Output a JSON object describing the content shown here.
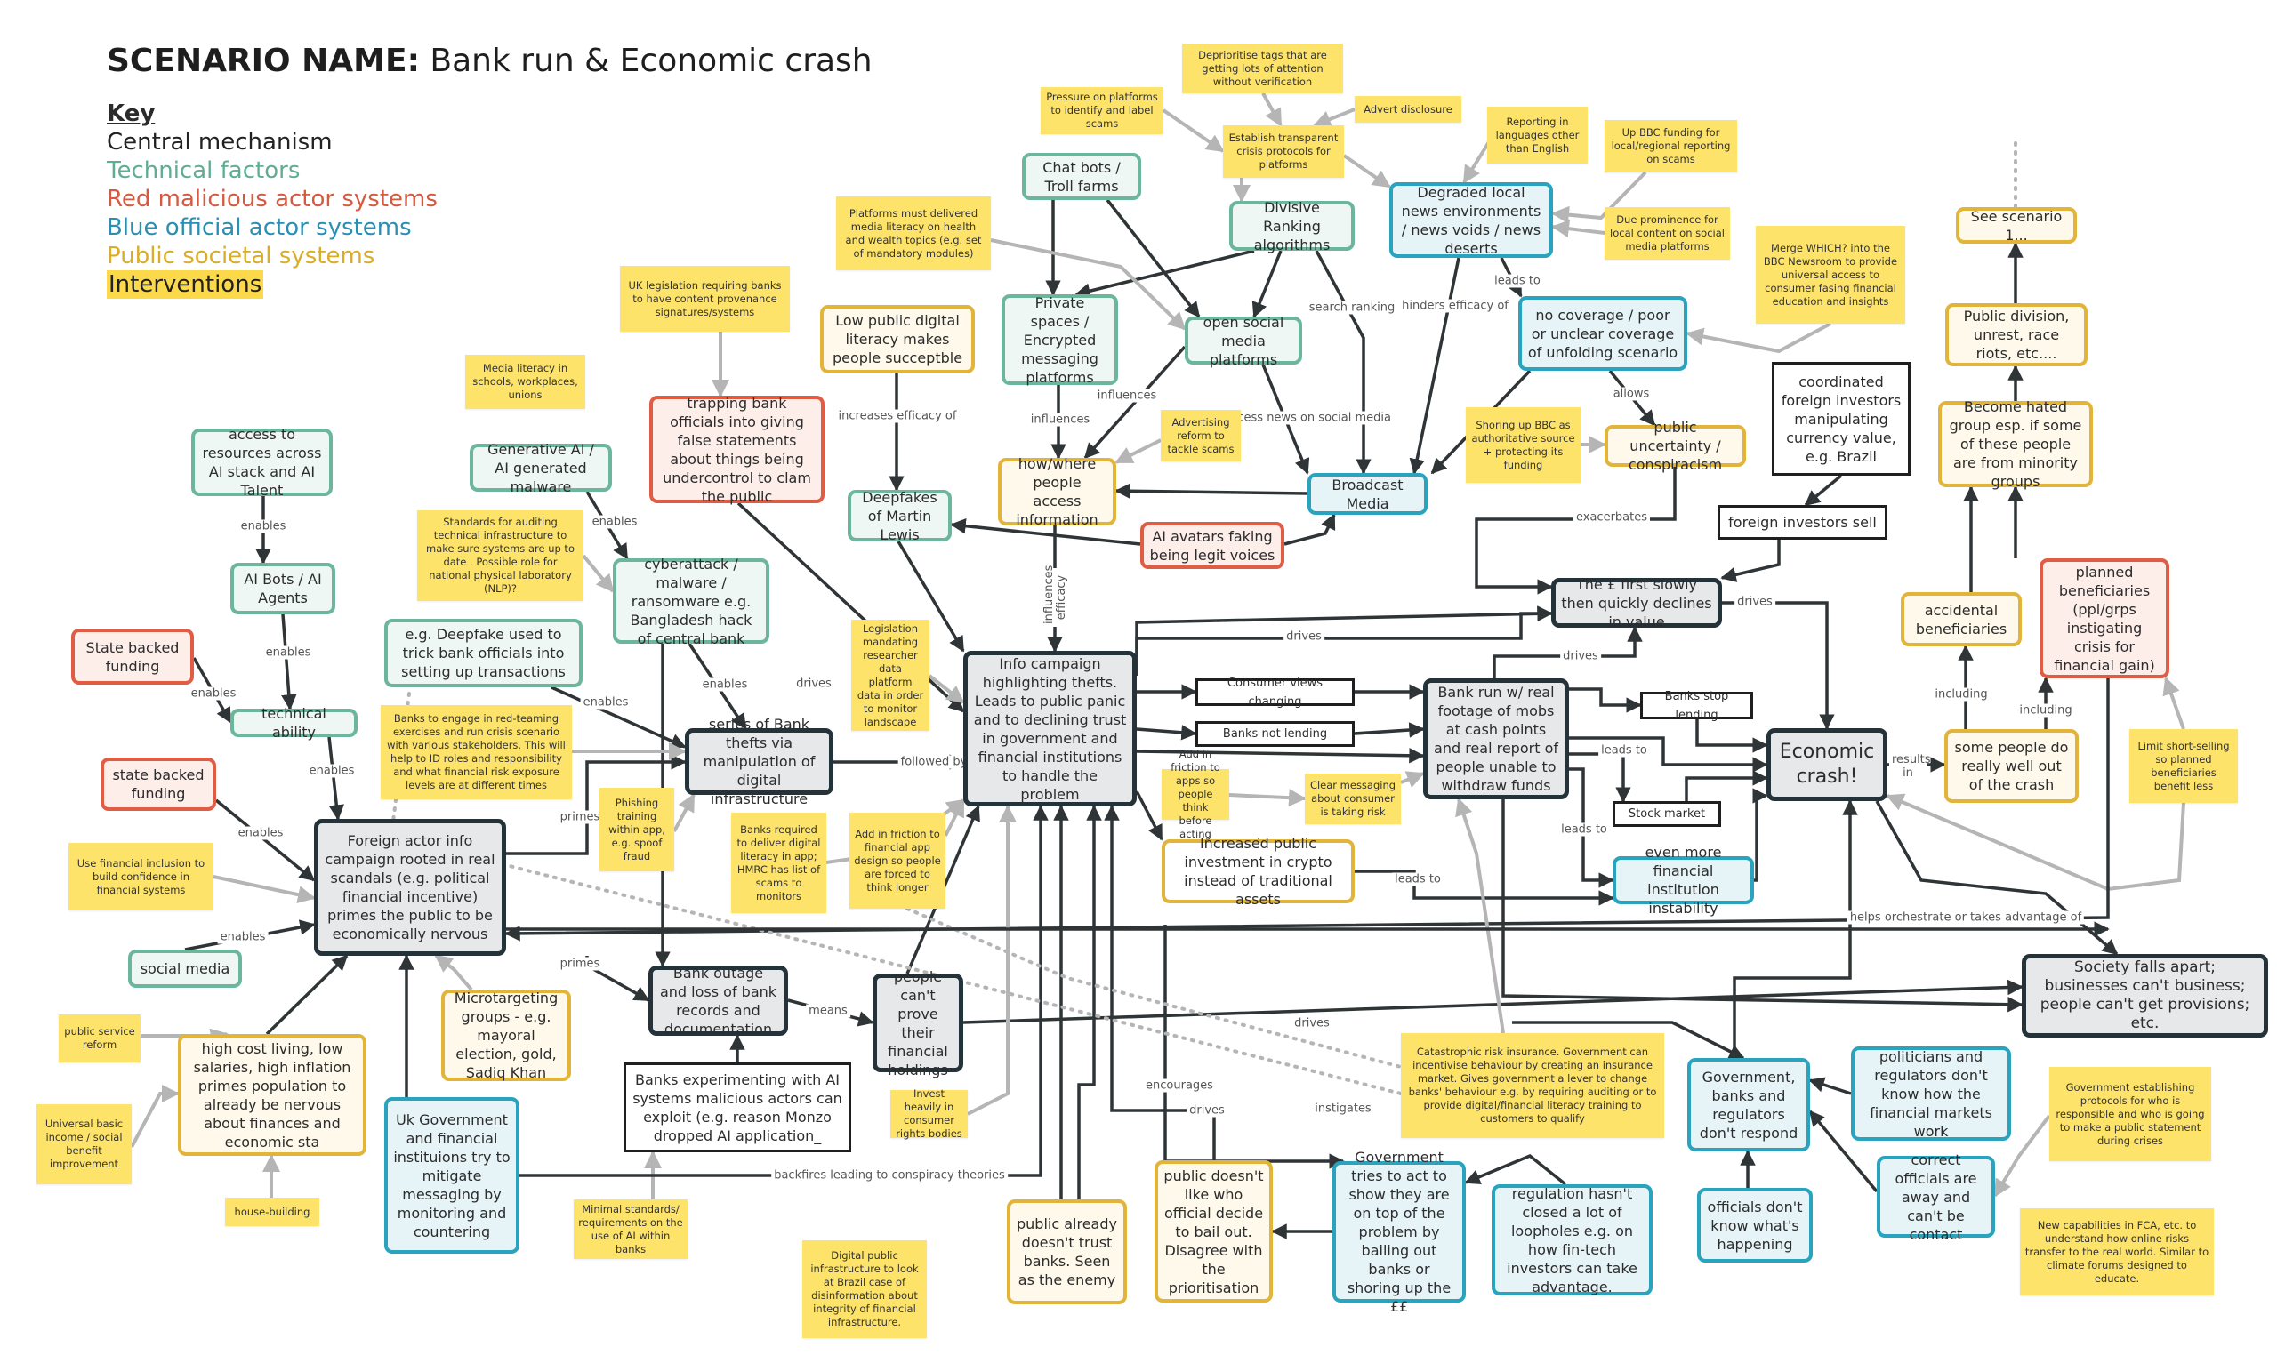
{
  "header": {
    "title_bold": "SCENARIO NAME:",
    "title_rest": " Bank run & Economic crash"
  },
  "key": {
    "heading": "Key",
    "items": [
      {
        "label": "Central mechanism",
        "color": "#222222"
      },
      {
        "label": "Technical factors",
        "color": "#5fae94"
      },
      {
        "label": "Red malicious actor systems",
        "color": "#d55a42"
      },
      {
        "label": "Blue official actor systems",
        "color": "#2a8fb5"
      },
      {
        "label": "Public societal systems",
        "color": "#d9ac2a"
      },
      {
        "label": "Interventions",
        "color": "#fbd94a"
      }
    ]
  },
  "nodes": {
    "chatbots": "Chat bots / Troll farms",
    "divisive": "Divisive Ranking algorithms",
    "degraded": "Degraded local news environments / news voids / news deserts",
    "private": "Private spaces / Encrypted messaging platforms",
    "opensocial": "open social media platforms",
    "nocoverage": "no coverage / poor or unclear coverage of unfolding scenario",
    "lowliteracy": "Low public digital literacy makes people succeptble",
    "trapping": "trapping bank officials into giving false statements about things being undercontrol to clam the public",
    "deepfakesml": "Deepfakes of Martin Lewis",
    "howwhere": "how/where people access information",
    "aiavatars": "AI avatars faking being legit voices",
    "broadcast": "Broadcast Media",
    "uncertainty": "public uncertainty / conspiracism",
    "coordinated": "coordinated foreign investors manipulating currency value, e.g. Brazil",
    "foreignsell": "foreign investors sell",
    "seescenario": "See scenario 1...",
    "division": "Public division, unrest, race riots, etc....",
    "hated": "Become hated group esp. if some of these people are from minority groups",
    "planned": "planned beneficiaries (ppl/grps instigating crisis for financial gain)",
    "accidental": "accidental beneficiaries",
    "crash": "Economic crash!",
    "somepeople": "some people do really well out of the crash",
    "pound": "The £ first slowly then quickly declines in value",
    "bankrun": "Bank run w/ real footage of mobs at cash points and real report of people unable to withdraw funds",
    "infocampaign": "Info campaign highlighting thefts. Leads to public panic and  to declining trust in government and financial institutions to handle the problem",
    "consumerviews": "Consumer views changing",
    "banksnotlending": "Banks not lending",
    "banksstop": "Banks stop lending",
    "stockmarket": "Stock market",
    "instability": "even more financial institution instability",
    "crypto": "Increased public investment in crypto instead of traditional assets",
    "thefts": "series of Bank thefts via manipulation of digital infrastructure",
    "foreignactor": "Foreign actor info campaign rooted in real scandals (e.g. political financial incentive) primes the public to be economically nervous",
    "cyberattack": "cyberattack / malware / ransomware e.g. Bangladesh hack of central bank",
    "genai": "Generative AI / AI generated malware",
    "deepfaketrick": "e.g. Deepfake used to trick bank officials into setting up transactions",
    "access": "access to resources across AI stack and AI Talent",
    "aibots": "AI Bots / AI Agents",
    "techability": "technical ability",
    "statebacked1": "State backed funding",
    "statebacked2": "state backed funding",
    "socialmedia": "social media",
    "highcost": "high cost living, low salaries, high inflation primes population to already be nervous about finances and economic sta",
    "microtargeting": "Microtargeting groups - e.g. mayoral election, gold, Sadiq Khan",
    "ukgov": "Uk Government and financial instituions try to mitigate messaging by monitoring and countering",
    "outage": "Bank outage and loss of bank records and documentation",
    "cantprove": "people can't prove their financial holdings",
    "experimenting": "Banks experimenting with AI systems malicious actors can exploit (e.g. reason Monzo dropped AI application_",
    "alreadydistrust": "public already doesn't trust banks. Seen as the enemy",
    "dislikebail": "public doesn't like who official decide to bail out. Disagree with the prioritisation",
    "govtries": "Government tries to act to show they are on top of the problem by bailing out banks or shoring up the ££",
    "regulation": "regulation hasn't closed a lot of loopholes e.g. on how fin-tech investors can take advantage.",
    "govnorespond": "Government, banks and regulators don't respond",
    "politicians": "politicians and regulators don't know how the financial markets work",
    "officialsdontknow": "officials don't know what's happening",
    "correctofficials": "correct officials are away and can't be contact",
    "society": "Society falls apart; businesses can't business; people can't get provisions; etc."
  },
  "interventions": {
    "pressure": "Pressure on platforms to identify and  label scams",
    "deprioritise": "Deprioritise tags that are getting lots of attention without verification",
    "advert": "Advert disclosure",
    "establish": "Establish transparent crisis protocols for platforms",
    "reporting": "Reporting in languages other than English",
    "upbbc": "Up BBC funding for local/regional reporting on scams",
    "dueprominence": "Due prominence for local content on social media platforms",
    "mergewhich": "Merge WHICH? into the BBC Newsroom to provide universal access to consumer fasing financial education and insights",
    "platformsmust": "Platforms must delivered media literacy on health and wealth topics (e.g. set of mandatory modules)",
    "uklegislation": "UK legislation requiring banks to have content provenance signatures/systems",
    "medialiteracy": "Media literacy in schools, workplaces, unions",
    "standards": "Standards for auditing technical infrastructure to make sure systems are up to date . Possible role for national physical laboratory (NLP)?",
    "redteaming": "Banks to engage in red-teaming exercises and run crisis scenario with various stakeholders. This will help to ID roles and responsibility and what financial risk exposure levels are at different times",
    "adreform": "Advertising reform to tackle scams",
    "shoringbbc": "Shoring up BBC as authoritative source + protecting its funding",
    "legislationdata": "Legislation mandating researcher data platform data in order to monitor landscape",
    "phishing": "Phishing training within app, e.g. spoof fraud",
    "banksrequired": "Banks required to deliver digital literacy in app; HMRC has list of scams to monitors",
    "frictionfinapp": "Add in friction to financial app design so people are forced to think longer",
    "frictionapps": "Add in friction to apps so people think before acting",
    "clearmessaging": "Clear messaging about consumer is taking risk",
    "fininclusion": "Use financial inclusion to build confidence in financial systems",
    "publicservice": "public service reform",
    "ubi": "Universal basic income / social benefit improvement",
    "housebuilding": "house-building",
    "investheavily": "Invest heavily in consumer rights bodies",
    "minimalstandards": "Minimal standards/ requirements on the use of AI within banks",
    "digitalpublic": "Digital public infrastructure to look at Brazil case of disinformation about integrity of financial infrastructure.",
    "catastrophic": "Catastrophic risk insurance. Government can incentivise behaviour by creating an insurance market. Gives government a lever to change banks' behaviour e.g. by requiring auditing or to provide digital/financial literacy training to customers to qualify",
    "limitshort": "Limit short-selling so planned beneficiaries benefit less",
    "govprotocols": "Government establishing protocols for who is responsible and who is going to make a public statement during crises",
    "fca": "New capabilities in FCA, etc. to understand how online risks transfer to the real world. Similar to climate forums designed to educate."
  },
  "edge_labels": {
    "enables": "enables",
    "influences": "influences",
    "increases_efficacy": "increases efficacy of",
    "search_ranking": "search ranking",
    "hinders_efficacy": "hinders efficacy of",
    "leads_to": "leads to",
    "allows": "allows",
    "ppl_access": "ppl access news on social media",
    "exacerbates": "exacerbates",
    "drives": "drives",
    "followed_by": "followed by",
    "primes": "primes",
    "means": "means",
    "influences_efficacy": "influences efficacy",
    "results_in": "results in",
    "including": "including",
    "helps_orchestrate": "helps orchestrate or takes advantage of",
    "backfires": "backfires leading to conspiracy theories",
    "encourages": "encourages",
    "instigates": "instigates"
  },
  "colors": {
    "edge": "#2f3437",
    "intervention_edge": "#b5b5b5",
    "intervention_fill": "#fde36a",
    "technical": "#6cb79c",
    "malicious": "#df5d45",
    "official": "#2aa4be",
    "public": "#e2b43a",
    "central": "#24333a"
  }
}
